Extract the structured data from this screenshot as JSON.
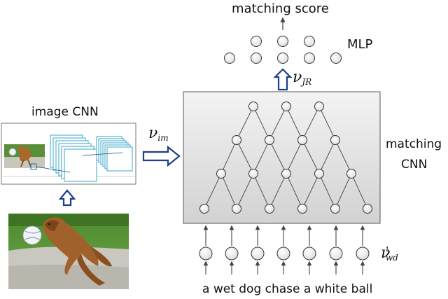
{
  "labels": {
    "top_output": "matching score",
    "mlp": "MLP",
    "image_cnn": "image CNN",
    "matching_cnn_line1": "matching",
    "matching_cnn_line2": "CNN",
    "sentence": "a  wet dog chase a white ball"
  },
  "math": {
    "v_im_base": "ν",
    "v_im_sub": "im",
    "v_jr_base": "ν",
    "v_jr_sub": "JR",
    "v_wd_base": "ν",
    "v_wd_sub": "wd",
    "v_wd_sup": "i"
  },
  "colors": {
    "matching_box_fill_top": "#f3f3f3",
    "matching_box_fill_bottom": "#d4d4d4",
    "arrow_blue": "#1f3f8a",
    "node_fill": "#f4f4f4",
    "node_stroke": "#333333",
    "cnn_feature_map": "#39a7c9"
  }
}
